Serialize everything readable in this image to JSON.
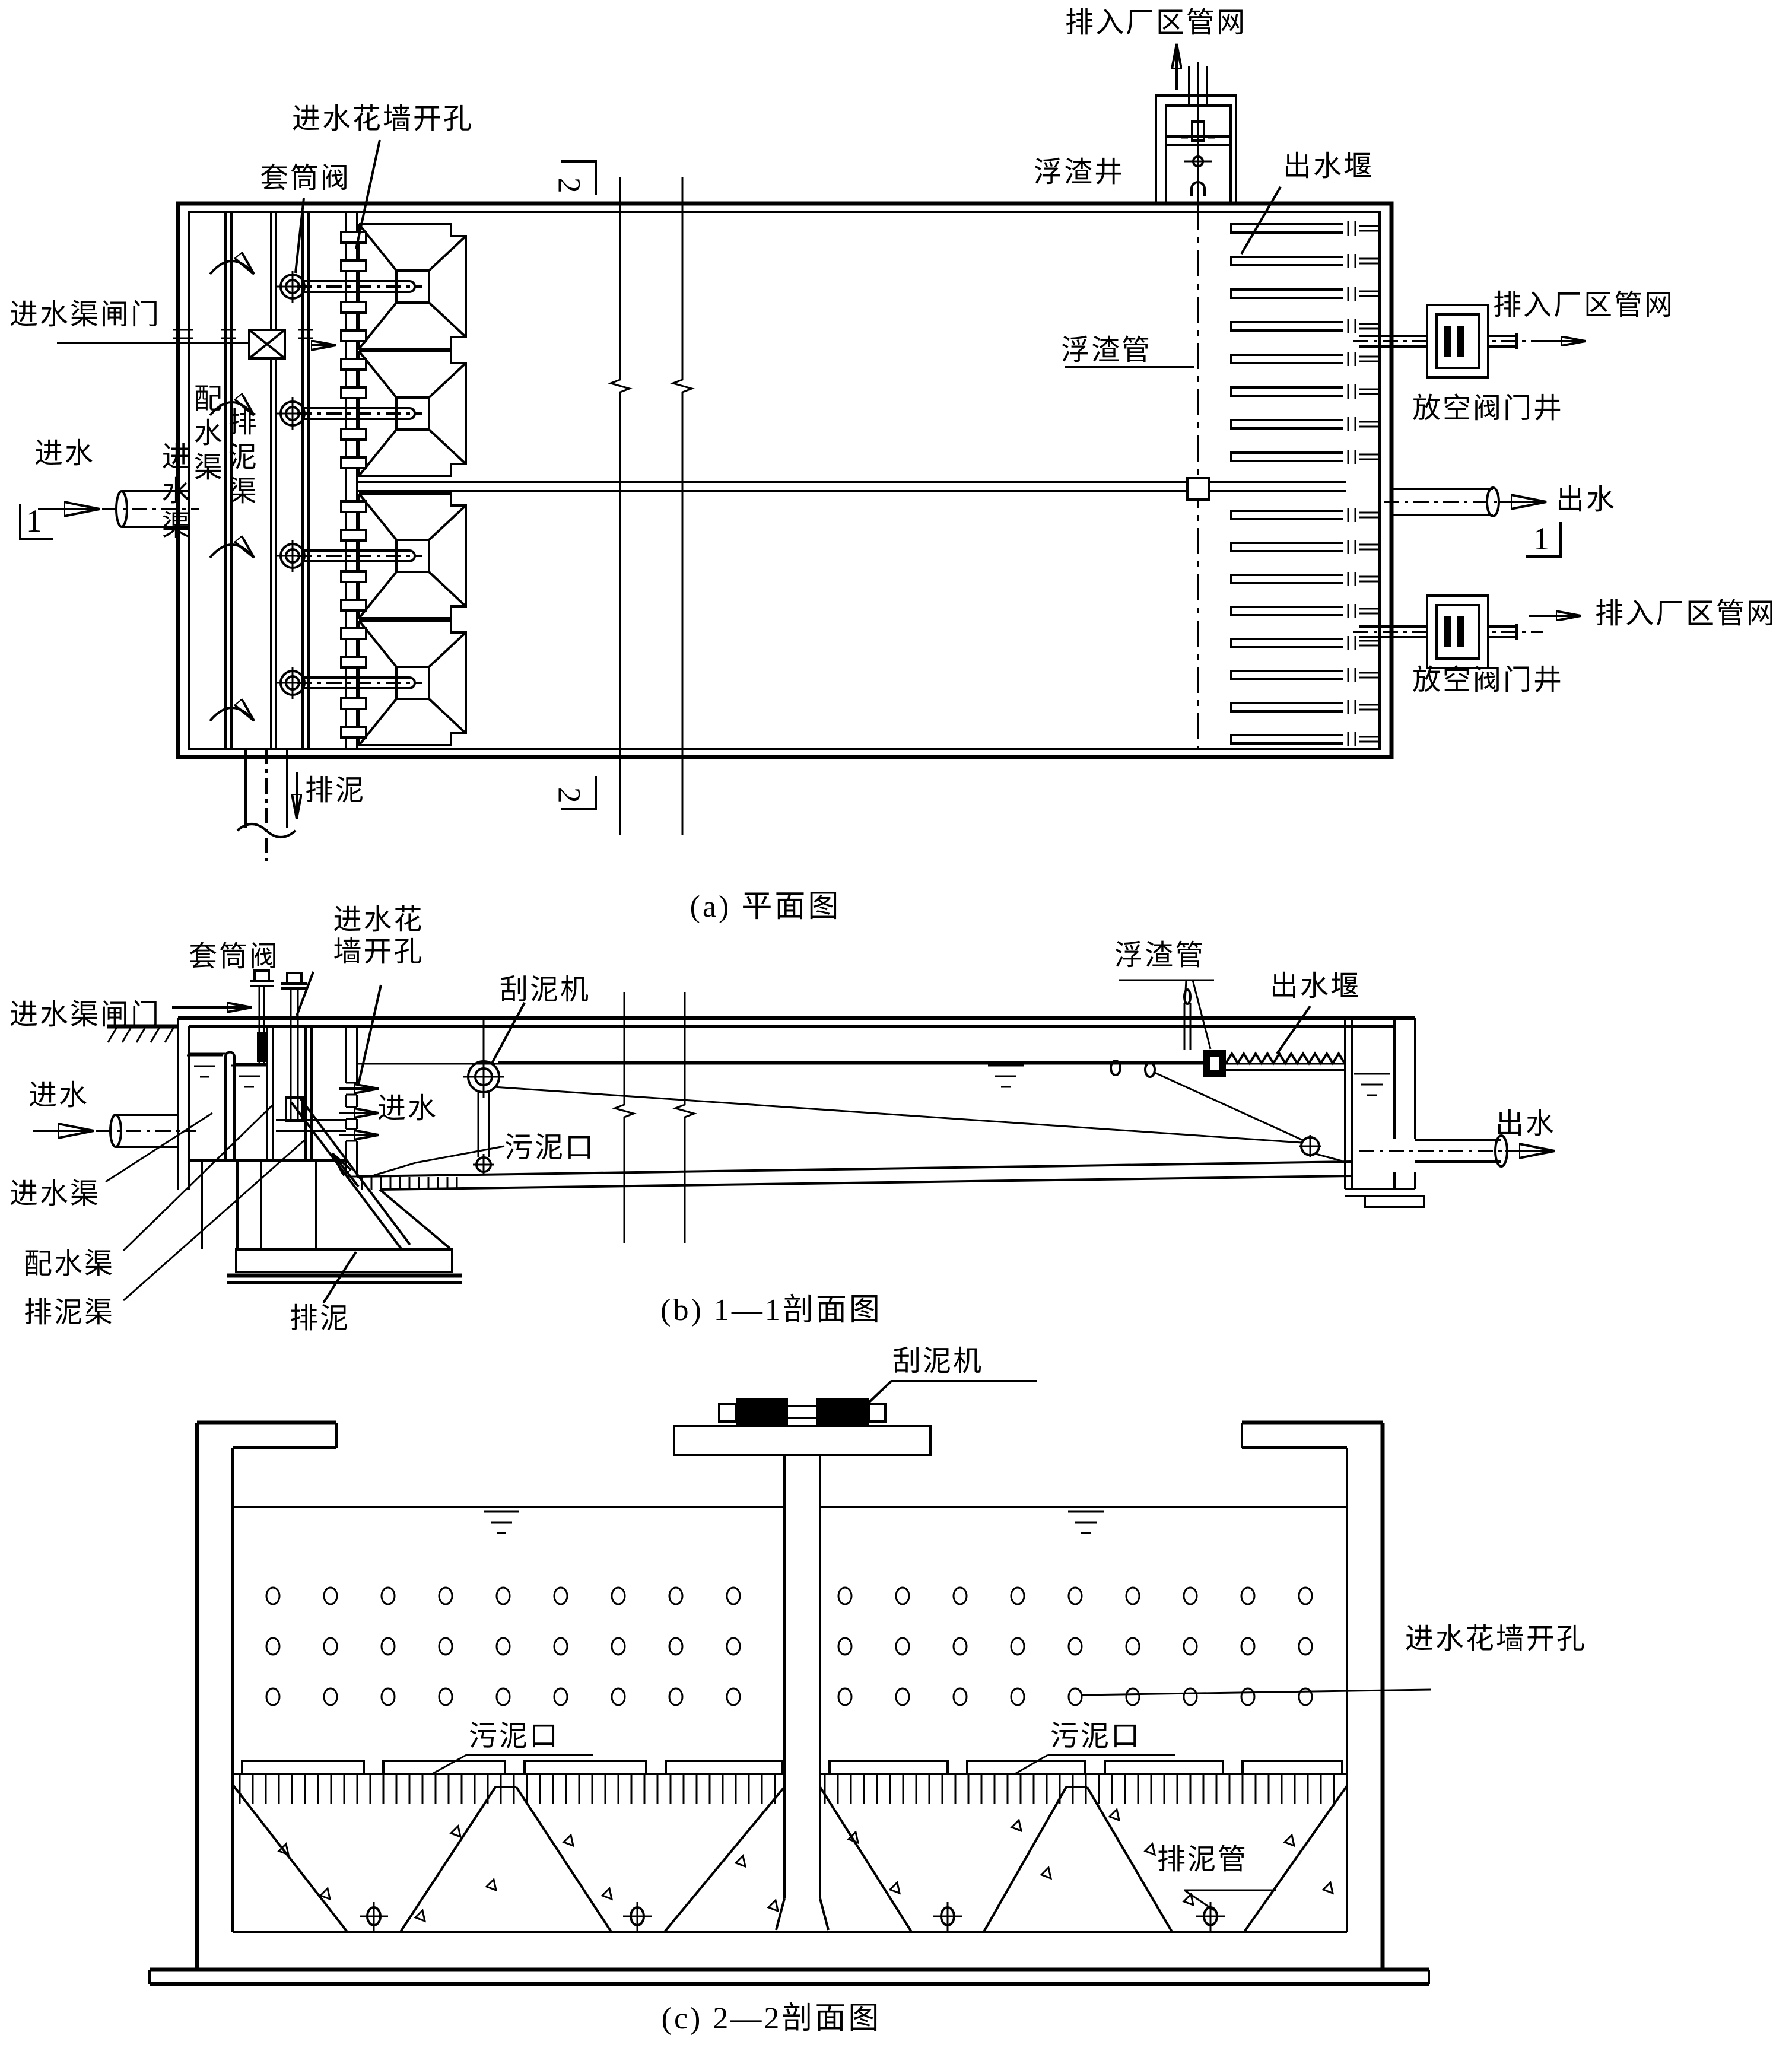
{
  "drawing": {
    "type": "engineering-diagram",
    "subject": "sedimentation tank (three views)",
    "ink_color": "#000000",
    "paper_color": "#ffffff"
  },
  "plan": {
    "caption": "(a) 平面图",
    "discharge_top": "排入厂区管网",
    "scum_well": "浮渣井",
    "outlet_weir": "出水堰",
    "inlet_wall_openings": "进水花墙开孔",
    "sleeve_valve": "套筒阀",
    "inlet_gate": "进水渠闸门",
    "inlet": "进水",
    "inlet_channel": "进水渠",
    "distribution_channel": "配水渠",
    "sludge_channel": "排泥渠",
    "scum_pipe": "浮渣管",
    "discharge_right_top": "排入厂区管网",
    "drain_valve_well_top": "放空阀门井",
    "outlet": "出水",
    "discharge_right_bottom": "排入厂区管网",
    "drain_valve_well_bottom": "放空阀门井",
    "sludge_out": "排泥",
    "marker_1": "1",
    "marker_2": "2"
  },
  "section_b": {
    "caption": "(b) 1—1剖面图",
    "sleeve_valve": "套筒阀",
    "inlet_wall_openings": "进水花\n墙开孔",
    "scraper": "刮泥机",
    "inlet_gate": "进水渠闸门",
    "inlet": "进水",
    "inlet_channel": "进水渠",
    "distribution_channel": "配水渠",
    "sludge_channel": "排泥渠",
    "sludge_out": "排泥",
    "inlet_inner": "进水",
    "sludge_port": "污泥口",
    "scum_pipe": "浮渣管",
    "outlet_weir": "出水堰",
    "outlet": "出水"
  },
  "section_c": {
    "caption": "(c) 2—2剖面图",
    "scraper": "刮泥机",
    "inlet_wall_openings": "进水花墙开孔",
    "sludge_port_left": "污泥口",
    "sludge_port_right": "污泥口",
    "sludge_pipe": "排泥管"
  }
}
